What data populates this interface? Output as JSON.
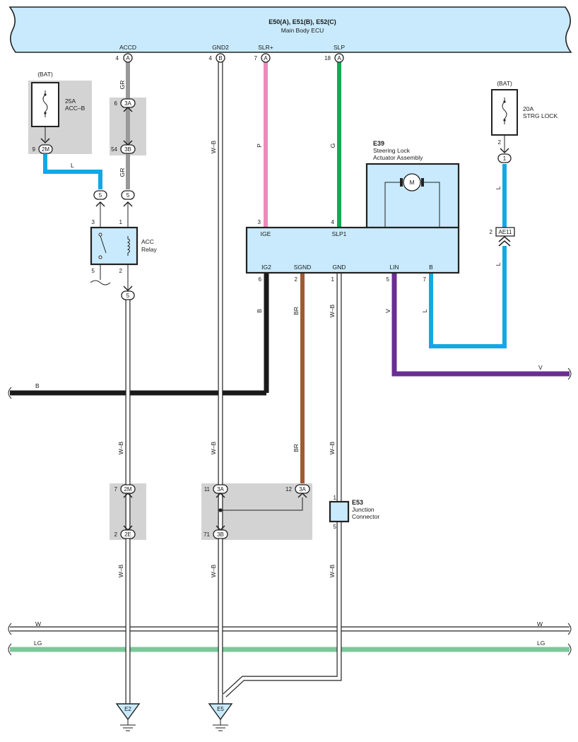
{
  "colors": {
    "blue_L": "#11a8e6",
    "grey_GR": "#999999",
    "pink_P": "#ee88bb",
    "green_G": "#11aa55",
    "black_B": "#1a1a1a",
    "brown_BR": "#a05a34",
    "violet_V": "#6a2e92",
    "lightgreen_LG": "#7cc89a",
    "component_fill": "#c8eafc",
    "splice_box": "#d3d3d3"
  },
  "ecu": {
    "title": "E50(A), E51(B), E52(C)",
    "name": "Main Body ECU",
    "pins": [
      {
        "label": "ACCD",
        "num": "4",
        "conn": "A"
      },
      {
        "label": "GND2",
        "num": "4",
        "conn": "B"
      },
      {
        "label": "SLR+",
        "num": "7",
        "conn": "A"
      },
      {
        "label": "SLP",
        "num": "18",
        "conn": "A"
      }
    ]
  },
  "fuse_acc": {
    "source": "(BAT)",
    "rating": "25A",
    "name": "ACC–B",
    "pin_num": "9",
    "pin_conn": "2M"
  },
  "fuse_strg": {
    "source": "(BAT)",
    "rating": "20A",
    "name": "STRG LOCK",
    "pin_num": "2",
    "pin_conn": "1"
  },
  "relay": {
    "name_line1": "ACC",
    "name_line2": "Relay",
    "pin3": "3",
    "pin1": "1",
    "pin5": "5",
    "pin2": "2",
    "conn_top_left": "5",
    "conn_top_right": "5",
    "conn_bottom": "5"
  },
  "steering": {
    "code": "E39",
    "name_line1": "Steering Lock",
    "name_line2": "Actuator Assembly",
    "motor": "M",
    "pins_top": [
      {
        "label": "IGE",
        "num": "3"
      },
      {
        "label": "SLP1",
        "num": "4"
      }
    ],
    "pins_bottom": [
      {
        "label": "IG2",
        "num": "6"
      },
      {
        "label": "SGND",
        "num": "2"
      },
      {
        "label": "GND",
        "num": "1"
      },
      {
        "label": "LIN",
        "num": "5"
      },
      {
        "label": "B",
        "num": "7"
      }
    ]
  },
  "junction": {
    "code": "E53",
    "name_line1": "Junction",
    "name_line2": "Connector",
    "pin_top": "1",
    "pin_bottom": "5"
  },
  "connector_ae11": {
    "num": "2",
    "conn": "AE11"
  },
  "wire_colors": {
    "L": "L",
    "GR": "GR",
    "P": "P",
    "G": "G",
    "WB": "W–B",
    "B": "B",
    "BR": "BR",
    "V": "V",
    "W": "W",
    "LG": "LG"
  },
  "connectors": {
    "c3A_top": {
      "num": "6",
      "conn": "3A"
    },
    "c3B_top": {
      "num": "54",
      "conn": "3B"
    },
    "c2M": {
      "num": "7",
      "conn": "2M"
    },
    "c2E": {
      "num": "2",
      "conn": "2E"
    },
    "c3A_mid_left": {
      "num": "11",
      "conn": "3A"
    },
    "c3A_mid_right": {
      "num": "12",
      "conn": "3A"
    },
    "c3B_mid": {
      "num": "71",
      "conn": "3B"
    }
  },
  "grounds": {
    "left": "E2",
    "right": "E5"
  }
}
